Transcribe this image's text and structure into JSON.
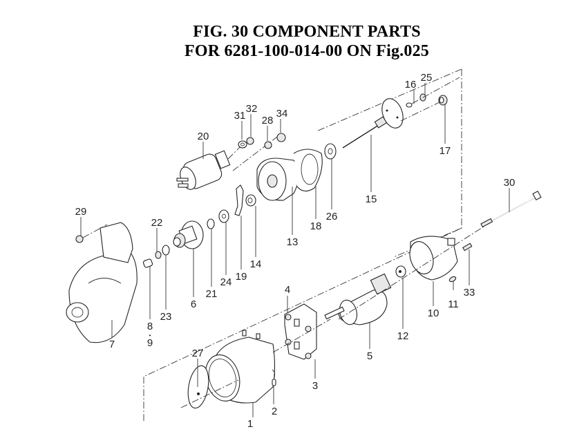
{
  "title": {
    "line1": "FIG. 30  COMPONENT PARTS",
    "line2": "FOR 6281-100-014-00 ON Fig.025"
  },
  "callouts": {
    "p1": "1",
    "p2": "2",
    "p3": "3",
    "p4": "4",
    "p5": "5",
    "p6": "6",
    "p7": "7",
    "p8": "8",
    "p9": "9",
    "p10": "10",
    "p11": "11",
    "p12": "12",
    "p13": "13",
    "p14": "14",
    "p15": "15",
    "p16": "16",
    "p17": "17",
    "p18": "18",
    "p19": "19",
    "p20": "20",
    "p21": "21",
    "p22": "22",
    "p23": "23",
    "p24": "24",
    "p25": "25",
    "p26": "26",
    "p27": "27",
    "p28": "28",
    "p29": "29",
    "p30": "30",
    "p31": "31",
    "p32": "32",
    "p33": "33",
    "p34": "34"
  },
  "separator_dot": "•"
}
